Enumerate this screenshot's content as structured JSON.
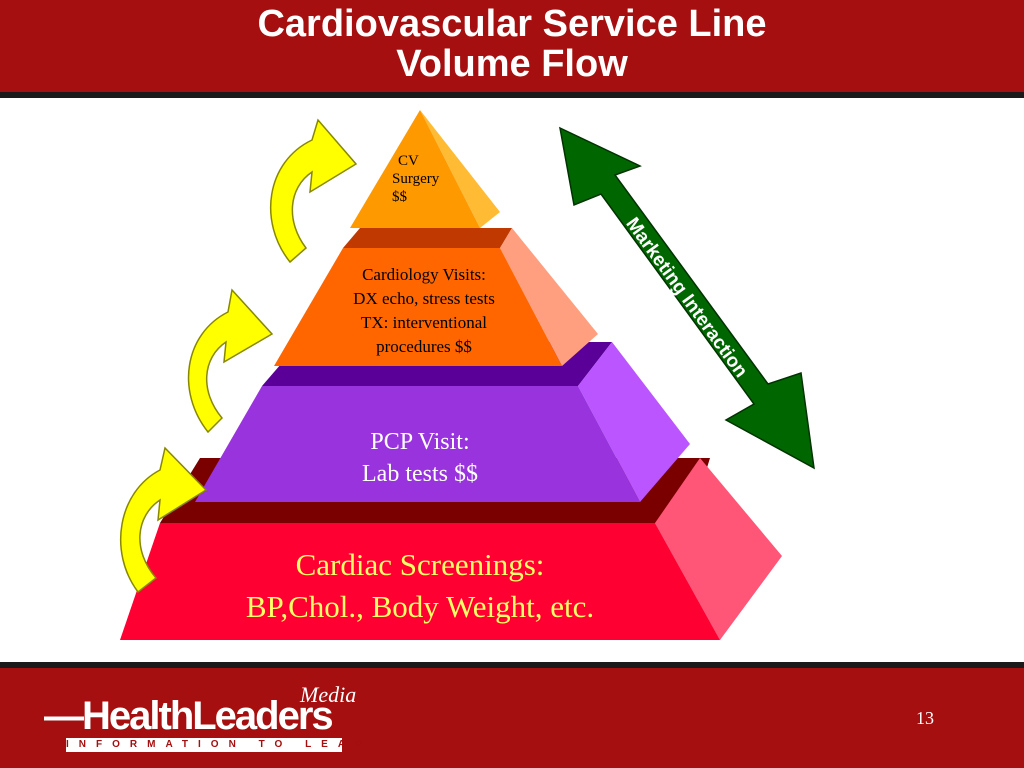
{
  "slide": {
    "title_line1": "Cardiovascular Service Line",
    "title_line2": "Volume Flow",
    "page_number": "13"
  },
  "pyramid": {
    "tiers": [
      {
        "id": "cv-surgery",
        "lines": [
          "CV",
          "Surgery",
          "$$"
        ]
      },
      {
        "id": "cardiology-visits",
        "lines": [
          "Cardiology Visits:",
          "DX echo, stress tests",
          "TX:  interventional",
          "procedures $$"
        ]
      },
      {
        "id": "pcp-visit",
        "lines": [
          "PCP Visit:",
          "Lab tests $$"
        ]
      },
      {
        "id": "cardiac-screenings",
        "lines": [
          "Cardiac Screenings:",
          "BP,Chol., Body Weight, etc."
        ]
      }
    ]
  },
  "arrow": {
    "label": "Marketing Interaction"
  },
  "logo": {
    "media": "Media",
    "brand": "HealthLeaders",
    "tagline": "INFORMATION TO LEAD"
  },
  "colors": {
    "header": "#a50f0f",
    "screenings_front": "#ff0033",
    "pcp_front": "#9933dd",
    "cardiology_front": "#ff6600",
    "surgery_front": "#ff9900",
    "marketing_arrow": "#006600",
    "flow_arrows": "#ffff00"
  }
}
